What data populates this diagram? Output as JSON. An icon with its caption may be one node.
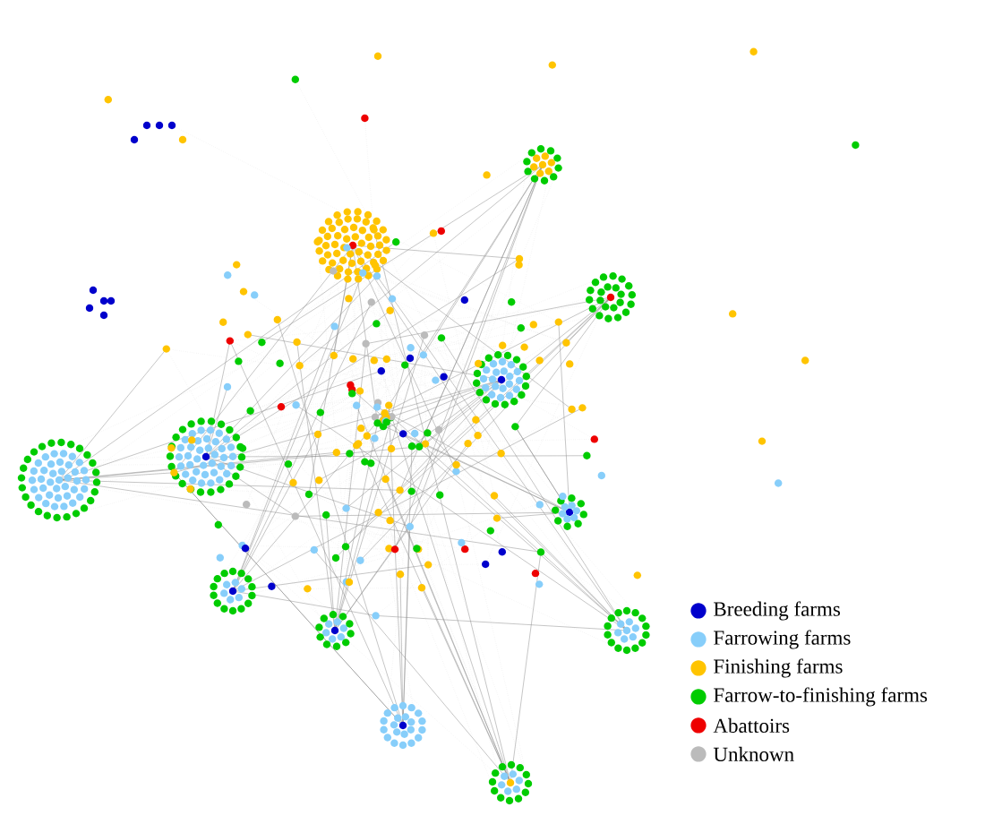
{
  "diagram": {
    "legend": [
      {
        "text": "Breeding farms",
        "color": "#0000cc"
      },
      {
        "text": "Farrowing farms",
        "color": "#87cefa"
      },
      {
        "text": "Finishing farms",
        "color": "#ffc400"
      },
      {
        "text": "Farrow-to-finishing farms",
        "color": "#00cc00"
      },
      {
        "text": "Abattoirs",
        "color": "#ee0000"
      },
      {
        "text": "Unknown",
        "color": "#bbbbbb"
      }
    ]
  }
}
